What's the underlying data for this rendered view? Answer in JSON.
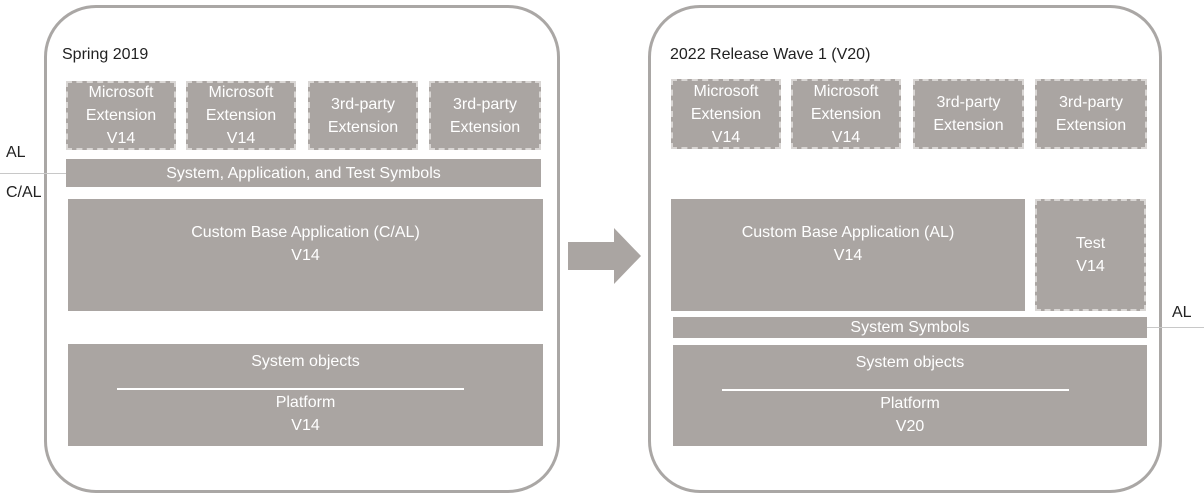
{
  "left": {
    "title": "Spring 2019",
    "extensions": [
      {
        "line1": "Microsoft",
        "line2": "Extension",
        "line3": "V14"
      },
      {
        "line1": "Microsoft",
        "line2": "Extension",
        "line3": "V14"
      },
      {
        "line1": "3rd-party",
        "line2": "Extension"
      },
      {
        "line1": "3rd-party",
        "line2": "Extension"
      }
    ],
    "symbols": "System, Application, and Test Symbols",
    "base_app": {
      "line1": "Custom Base Application (C/AL)",
      "line2": "V14"
    },
    "system_objects": "System objects",
    "platform": {
      "line1": "Platform",
      "line2": "V14"
    },
    "label_al": "AL",
    "label_cal": "C/AL"
  },
  "right": {
    "title": "2022 Release Wave 1 (V20)",
    "extensions": [
      {
        "line1": "Microsoft",
        "line2": "Extension",
        "line3": "V14"
      },
      {
        "line1": "Microsoft",
        "line2": "Extension",
        "line3": "V14"
      },
      {
        "line1": "3rd-party",
        "line2": "Extension"
      },
      {
        "line1": "3rd-party",
        "line2": "Extension"
      }
    ],
    "base_app": {
      "line1": "Custom Base Application (AL)",
      "line2": "V14"
    },
    "test": {
      "line1": "Test",
      "line2": "V14"
    },
    "symbols": "System Symbols",
    "system_objects": "System objects",
    "platform": {
      "line1": "Platform",
      "line2": "V20"
    },
    "label_al": "AL"
  },
  "colors": {
    "box_fill": "#aaa5a2",
    "panel_border": "#aaa7a5",
    "arrow": "#aaa5a2"
  }
}
